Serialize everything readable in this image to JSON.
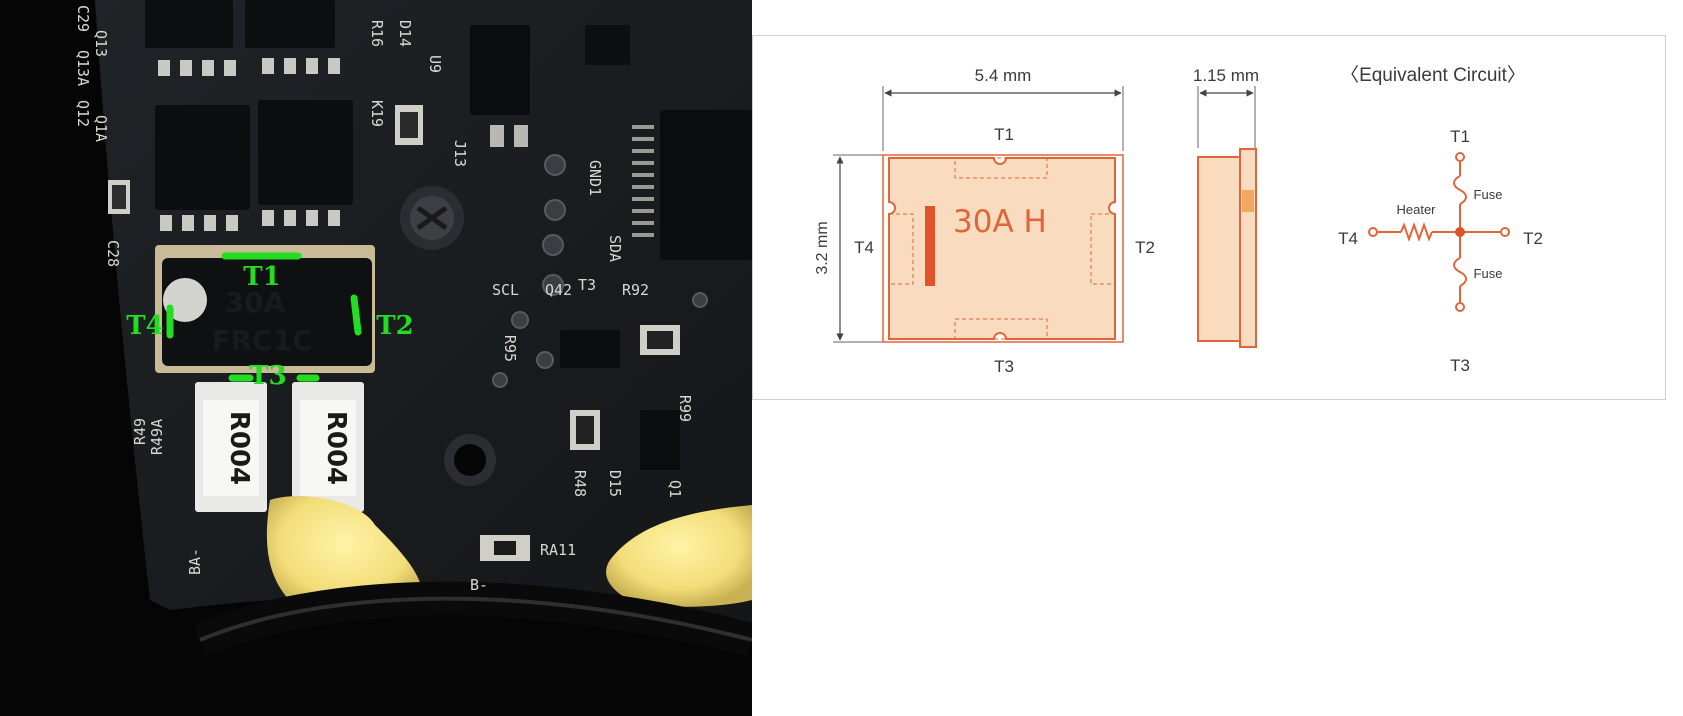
{
  "photo": {
    "chip": {
      "line1": "30A",
      "line2": "FRC1C"
    },
    "markers": {
      "t1": "T1",
      "t2": "T2",
      "t3": "T3",
      "t4": "T4"
    },
    "resistor_label": "R004",
    "silkscreen": [
      "C29",
      "Q13",
      "Q13A",
      "Q12",
      "Q1A",
      "C28",
      "R16",
      "D14",
      "U9",
      "J13",
      "K19",
      "GND1",
      "SDA",
      "SCL",
      "Q42",
      "R92",
      "R95",
      "R99",
      "R49",
      "R49A",
      "R48",
      "D15",
      "Q1",
      "RA11",
      "B-",
      "BA-",
      "T3"
    ]
  },
  "diagram": {
    "width_label": "5.4 mm",
    "height_label": "3.2 mm",
    "thickness_label": "1.15 mm",
    "package_marking": "30A H",
    "pins": {
      "t1": "T1",
      "t2": "T2",
      "t3": "T3",
      "t4": "T4"
    },
    "circuit": {
      "title": "〈Equivalent Circuit〉",
      "heater_label": "Heater",
      "fuse_label": "Fuse"
    }
  },
  "colors": {
    "accent": "#e0663a",
    "fill": "#f9dcc0",
    "marker_green": "#22dd22",
    "board": "#1a1c1f"
  }
}
